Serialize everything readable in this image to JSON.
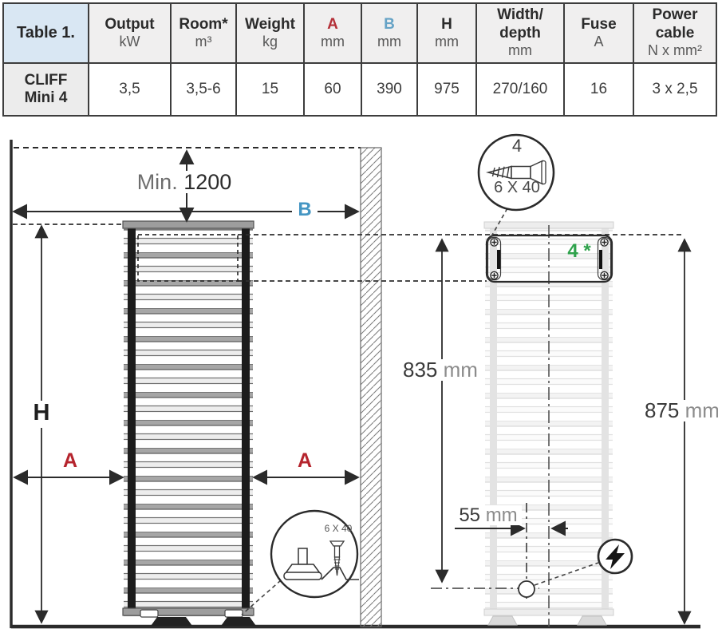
{
  "table": {
    "title": "Table 1.",
    "columns": [
      {
        "label": "Output",
        "unit": "kW"
      },
      {
        "label": "Room*",
        "unit": "m³"
      },
      {
        "label": "Weight",
        "unit": "kg"
      },
      {
        "label": "A",
        "unit": "mm",
        "color": "#b43038"
      },
      {
        "label": "B",
        "unit": "mm",
        "color": "#66a3c6"
      },
      {
        "label": "H",
        "unit": "mm"
      },
      {
        "label": "Width/",
        "label2": "depth",
        "unit": "mm"
      },
      {
        "label": "Fuse",
        "unit": "A"
      },
      {
        "label": "Power",
        "label2": "cable",
        "unit": "N x mm²"
      }
    ],
    "row": {
      "name_line1": "CLIFF",
      "name_line2": "Mini 4",
      "values": [
        "3,5",
        "3,5-6",
        "15",
        "60",
        "390",
        "975",
        "270/160",
        "16",
        "3 x 2,5"
      ]
    }
  },
  "diagram": {
    "min_clearance": {
      "prefix": "Min.",
      "value": "1200"
    },
    "dim_b": "B",
    "dim_h": "H",
    "dim_a_left": "A",
    "dim_a_right": "A",
    "d835": {
      "value": "835",
      "unit": "mm"
    },
    "d875": {
      "value": "875",
      "unit": "mm"
    },
    "d55": {
      "value": "55",
      "unit": "mm"
    },
    "screw_detail": {
      "count": "4",
      "size": "6 X 40"
    },
    "bracket_note": "4 *",
    "foot_detail": {
      "size": "6 X 40"
    },
    "icons": [
      "screw-icon",
      "adjustable-foot-icon",
      "lightning-icon",
      "wall-hatch"
    ],
    "colors": {
      "red": "#b5242d",
      "blue": "#4596c3",
      "green": "#2fa24c",
      "line": "#2b2b2b"
    }
  }
}
